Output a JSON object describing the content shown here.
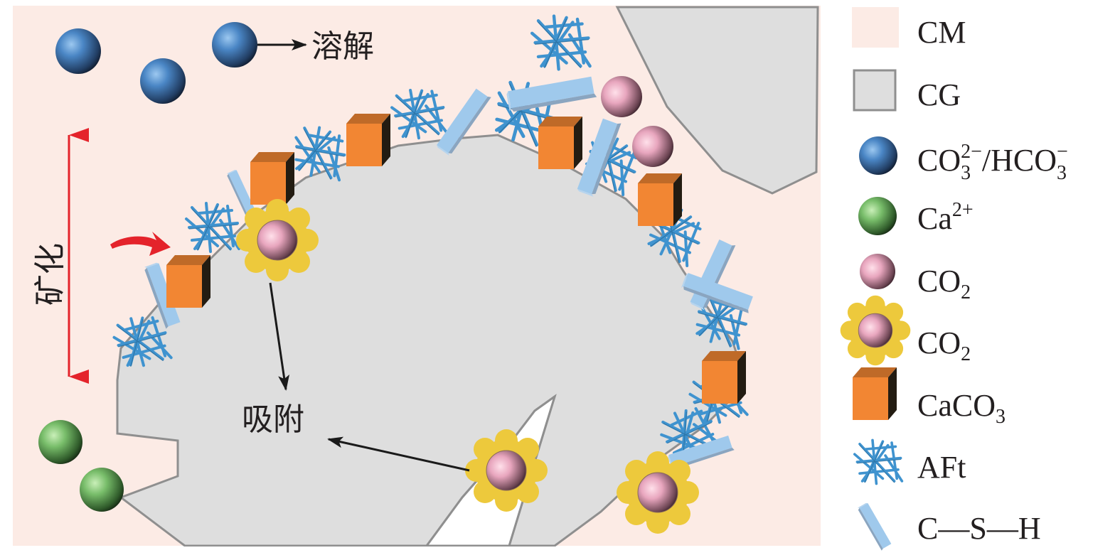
{
  "diagram": {
    "title": "CO2 mineralization and adsorption schematic",
    "colors": {
      "cm_background": "#fcebe5",
      "cg_fill": "#dedede",
      "cg_stroke": "#8f8f8f",
      "carbonate_ion": "#4a86c5",
      "calcium_ion": "#78bd6a",
      "co2": "#e8a6be",
      "co2_adsorbed_halo": "#edc93c",
      "caco3_front": "#f28633",
      "caco3_top": "#bf6a28",
      "caco3_side": "#231c12",
      "aft": "#3f93cf",
      "csh": "#9fc9ec",
      "mineralization_arrow": "#e4232b",
      "process_arrow": "#1a1a1a"
    },
    "annotations": {
      "dissolution": "溶解",
      "adsorption": "吸附",
      "mineralization": "矿化"
    },
    "legend": [
      {
        "key": "cm",
        "icon": "pink-square-icon",
        "label": "CM",
        "sub": "",
        "sup": ""
      },
      {
        "key": "cg",
        "icon": "gray-square-icon",
        "label": "CG",
        "sub": "",
        "sup": ""
      },
      {
        "key": "carbonate",
        "icon": "blue-sphere-icon",
        "label_parts": [
          "CO",
          "3",
          "2−",
          "/HCO",
          "3",
          "−"
        ]
      },
      {
        "key": "calcium",
        "icon": "green-sphere-icon",
        "label": "Ca",
        "sup": "2+"
      },
      {
        "key": "co2_free",
        "icon": "pink-sphere-icon",
        "label": "CO",
        "sub": "2"
      },
      {
        "key": "co2_adsorbed",
        "icon": "halo-sphere-icon",
        "label": "CO",
        "sub": "2"
      },
      {
        "key": "caco3",
        "icon": "orange-cube-icon",
        "label": "CaCO",
        "sub": "3"
      },
      {
        "key": "aft",
        "icon": "needle-cluster-icon",
        "label": "AFt"
      },
      {
        "key": "csh",
        "icon": "bar-icon",
        "label": "C—S—H"
      }
    ]
  }
}
